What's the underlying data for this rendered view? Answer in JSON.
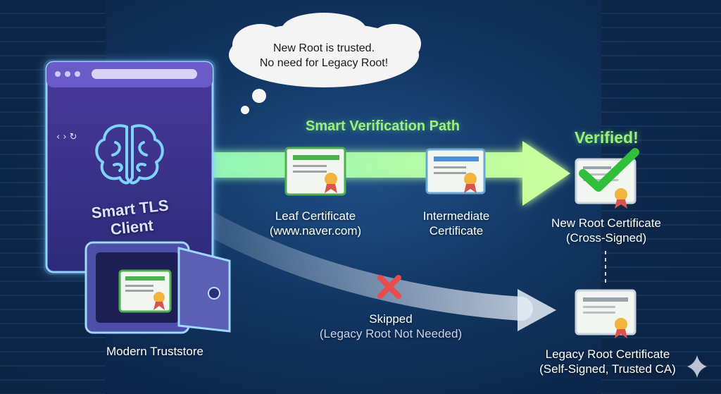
{
  "thought_bubble": {
    "line1": "New Root is trusted.",
    "line2": "No need for Legacy Root!"
  },
  "client": {
    "title_line1": "Smart TLS",
    "title_line2": "Client",
    "icon": "brain-icon"
  },
  "truststore": {
    "label": "Modern Truststore",
    "icon": "vault-icon"
  },
  "smart_path": {
    "title": "Smart Verification Path"
  },
  "leaf_cert": {
    "line1": "Leaf Certificate",
    "line2": "(www.naver.com)"
  },
  "intermediate_cert": {
    "line1": "Intermediate",
    "line2": "Certificate"
  },
  "new_root": {
    "badge": "Verified!",
    "line1": "New Root Certificate",
    "line2": "(Cross-Signed)"
  },
  "skipped": {
    "line1": "Skipped",
    "line2": "(Legacy Root Not Needed)"
  },
  "legacy_root": {
    "line1": "Legacy Root Certificate",
    "line2": "(Self-Signed, Trusted CA)"
  },
  "colors": {
    "green_path": "#8ff5b8",
    "verified": "#9cf07a",
    "check": "#2fbf3a",
    "cross": "#e84c4c",
    "client_panel": "#3a2f86",
    "medal": "#f2b43c"
  }
}
